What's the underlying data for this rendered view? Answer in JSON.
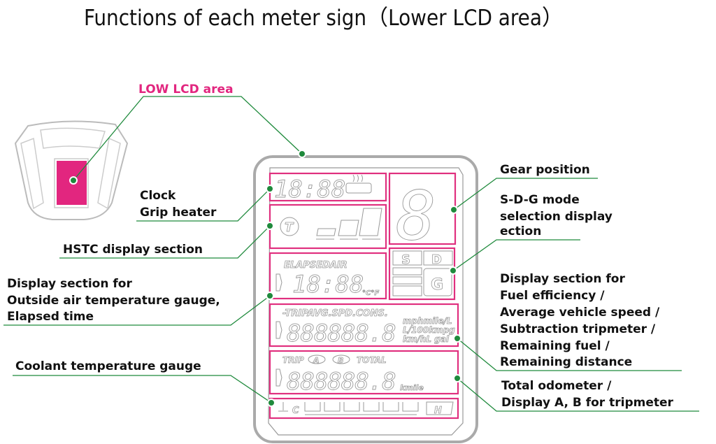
{
  "title": "Functions of each meter sign（Lower LCD area）",
  "callouts": {
    "low_lcd": "LOW LCD area",
    "clock": [
      "Clock",
      "Grip heater"
    ],
    "hstc": "HSTC display section",
    "air_temp": [
      "Display section for",
      "Outside air temperature gauge,",
      "Elapsed time"
    ],
    "coolant": "Coolant temperature gauge",
    "gear": "Gear position",
    "sdg": [
      "S-D-G mode",
      "selection display",
      "ection"
    ],
    "fuel": [
      "Display section for",
      "Fuel efficiency /",
      "Average vehicle speed /",
      "Subtraction tripmeter /",
      "Remaining fuel /",
      "Remaining distance"
    ],
    "odometer": [
      "Total odometer /",
      "Display A, B for tripmeter"
    ]
  },
  "lcd": {
    "clock_digits": "18:88",
    "hstc_letter": "T",
    "elapsed_air": "ELAPSEDAIR",
    "air_digits": "18:88",
    "temp_units": "°C°F",
    "sdg": [
      "S",
      "D",
      "G"
    ],
    "trip_label": "-TRIPAVG.SPD.CONS.",
    "fuel_digits": "888888.8",
    "fuel_units": [
      "mphmile/L",
      "L/100kmpg",
      "km/hL gal"
    ],
    "odo_labels": [
      "TRIP",
      "A",
      "B",
      "TOTAL"
    ],
    "odo_digits": "888888.8",
    "odo_units": "kmile",
    "coolant_c": "C",
    "coolant_h": "H"
  },
  "colors": {
    "accent": "#e2267f",
    "leader": "#1f8a3c",
    "outline": "#9a9a9a"
  }
}
